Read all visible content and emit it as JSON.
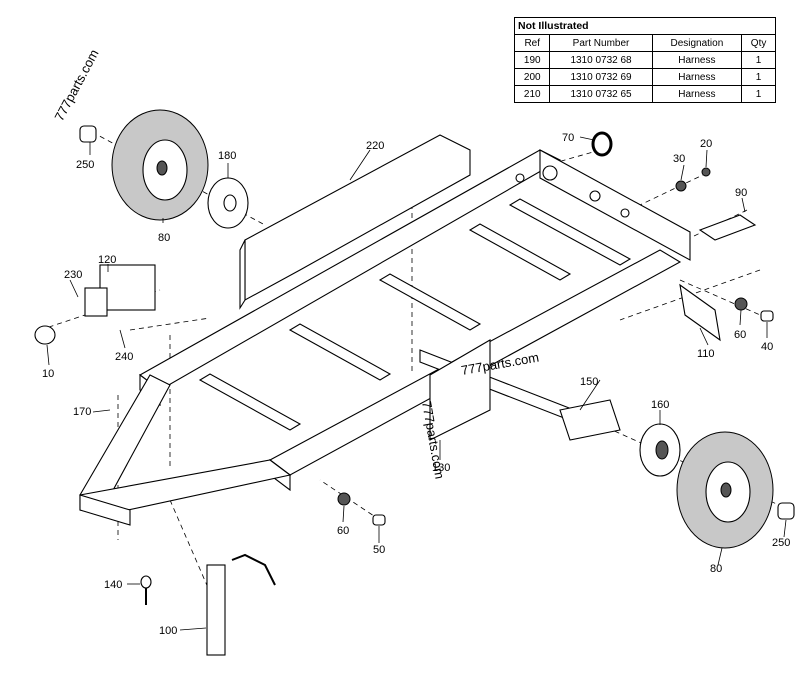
{
  "not_illustrated": {
    "title": "Not Illustrated",
    "headers": [
      "Ref",
      "Part Number",
      "Designation",
      "Qty"
    ],
    "rows": [
      [
        "190",
        "1310 0732 68",
        "Harness",
        "1"
      ],
      [
        "200",
        "1310 0732 69",
        "Harness",
        "1"
      ],
      [
        "210",
        "1310 0732 65",
        "Harness",
        "1"
      ]
    ]
  },
  "watermarks": [
    "777parts.com",
    "777parts.com",
    "777parts.com"
  ],
  "callouts": [
    "10",
    "20",
    "30",
    "40",
    "50",
    "60",
    "60",
    "70",
    "80",
    "80",
    "90",
    "100",
    "110",
    "120",
    "130",
    "140",
    "150",
    "160",
    "170",
    "180",
    "220",
    "230",
    "240",
    "250",
    "250"
  ]
}
